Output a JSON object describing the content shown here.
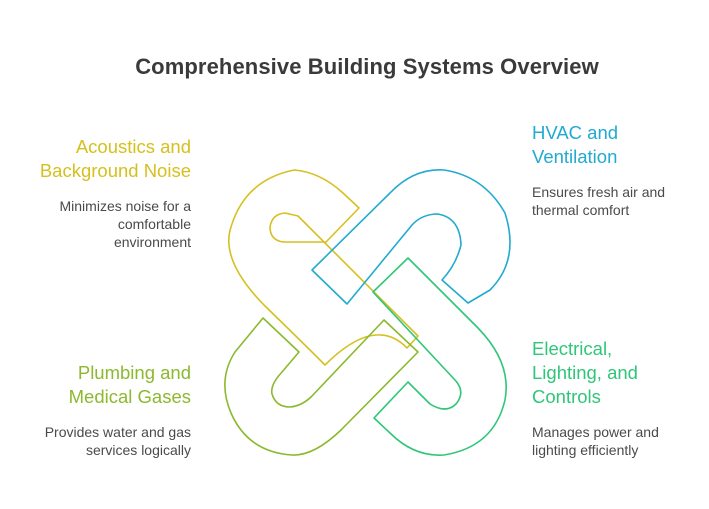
{
  "title": "Comprehensive Building Systems Overview",
  "colors": {
    "acoustics": "#d6c020",
    "hvac": "#22aad0",
    "plumbing": "#8cb92e",
    "electrical": "#2fc679",
    "text": "#4a4a4a",
    "title": "#3a3a3a"
  },
  "systems": {
    "acoustics": {
      "heading": "Acoustics and Background Noise",
      "heading_lines": [
        "Acoustics and",
        "Background Noise"
      ],
      "description_lines": [
        "Minimizes noise for a",
        "comfortable",
        "environment"
      ]
    },
    "hvac": {
      "heading": "HVAC and Ventilation",
      "heading_lines": [
        "HVAC and",
        "Ventilation"
      ],
      "description_lines": [
        "Ensures fresh air and",
        "thermal comfort"
      ]
    },
    "plumbing": {
      "heading": "Plumbing and Medical Gases",
      "heading_lines": [
        "Plumbing and",
        "Medical Gases"
      ],
      "description_lines": [
        "Provides water and gas",
        "services logically"
      ]
    },
    "electrical": {
      "heading": "Electrical, Lighting, and Controls",
      "heading_lines": [
        "Electrical,",
        "Lighting, and",
        "Controls"
      ],
      "description_lines": [
        "Manages power and",
        "lighting efficiently"
      ]
    }
  }
}
